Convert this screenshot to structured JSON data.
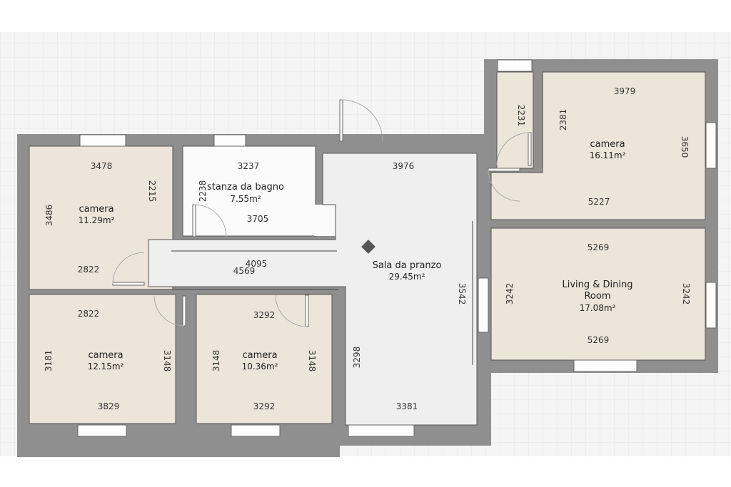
{
  "colors": {
    "wall": "#8f8f8f",
    "room_fill": "#ede4da",
    "hall_fill": "#efefef",
    "bath_fill": "#fbfbfb",
    "grid_line": "#e6e6e6",
    "paper": "#f5f5f5"
  },
  "rooms": {
    "camera_nw": {
      "name": "camera",
      "area": "11.29m²"
    },
    "bagno": {
      "name": "stanza da bagno",
      "area": "7.55m²"
    },
    "sala": {
      "name": "Sala da pranzo",
      "area": "29.45m²"
    },
    "camera_ne": {
      "name": "camera",
      "area": "16.11m²"
    },
    "living": {
      "name": "Living & Dining Room",
      "name_line1": "Living & Dining",
      "name_line2": "Room",
      "area": "17.08m²"
    },
    "camera_sw": {
      "name": "camera",
      "area": "12.15m²"
    },
    "camera_sc": {
      "name": "camera",
      "area": "10.36m²"
    }
  },
  "dimensions": {
    "cnw_top": "3478",
    "cnw_right": "2215",
    "cnw_left": "3486",
    "cnw_bottom": "2822",
    "bagno_top": "3237",
    "bagno_left": "2238",
    "bagno_bottom": "3705",
    "sala_top": "3976",
    "corr_top": "4095",
    "corr_bottom": "4569",
    "sala_right": "3542",
    "sala_left": "3298",
    "sala_bottom": "3381",
    "closet": "2231",
    "cne_left": "2381",
    "cne_top": "3979",
    "cne_right": "3650",
    "cne_bottom": "5227",
    "living_top": "5269",
    "living_left": "3242",
    "living_right": "3242",
    "living_bottom": "5269",
    "csw_top": "2822",
    "csw_left": "3181",
    "csw_right": "3148",
    "csw_bottom": "3829",
    "csc_top": "3292",
    "csc_left": "3148",
    "csc_right": "3148",
    "csc_bottom": "3292"
  }
}
